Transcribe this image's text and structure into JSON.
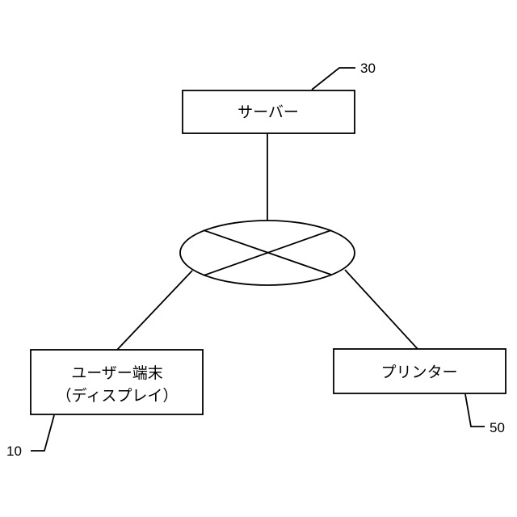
{
  "diagram": {
    "server": {
      "label": "サーバー",
      "ref": "30"
    },
    "user_terminal": {
      "label_line1": "ユーザー端末",
      "label_line2": "（ディスプレイ）",
      "ref": "10"
    },
    "printer": {
      "label": "プリンター",
      "ref": "50"
    },
    "network": {
      "shape": "ellipse-with-cross"
    }
  },
  "colors": {
    "stroke": "#000000",
    "fill": "#ffffff",
    "background": "#ffffff"
  }
}
